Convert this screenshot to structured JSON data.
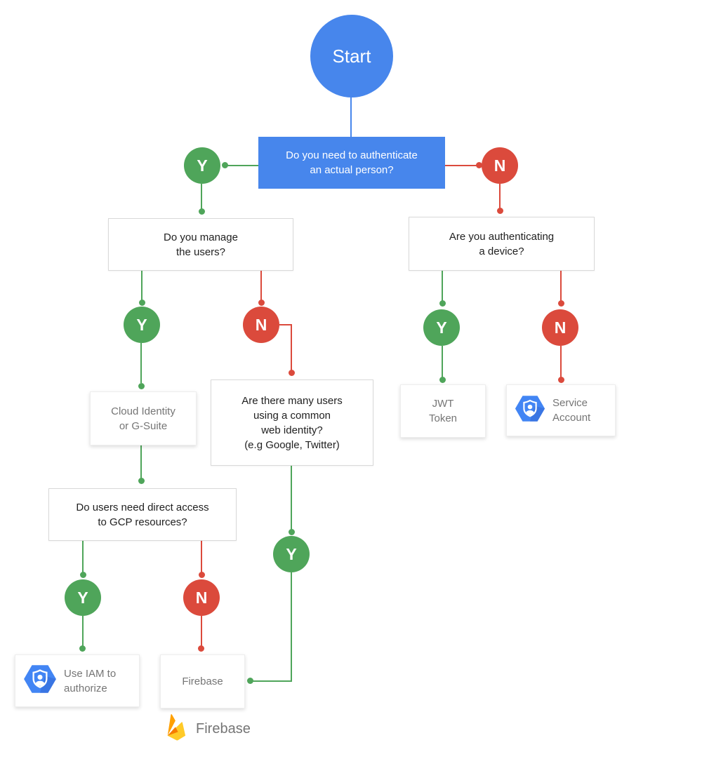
{
  "badges": {
    "yes": "Y",
    "no": "N"
  },
  "nodes": {
    "start": "Start",
    "q_auth_person": "Do you need to authenticate\nan actual person?",
    "q_manage_users": "Do you manage\nthe users?",
    "q_auth_device": "Are you authenticating\na device?",
    "r_cloud_identity": "Cloud Identity\nor G-Suite",
    "q_common_web_identity": "Are there many users\nusing a common\nweb identity?\n(e.g Google, Twitter)",
    "q_direct_access": "Do users need direct access\nto GCP resources?",
    "r_jwt_token": "JWT\nToken",
    "r_service_account": "Service\nAccount",
    "r_use_iam": "Use IAM to\nauthorize",
    "r_firebase": "Firebase"
  },
  "footer": {
    "brand": "Firebase"
  },
  "icons": {
    "service_account": "iam-hexagon-shield-icon",
    "use_iam": "iam-hexagon-shield-icon",
    "footer_brand": "firebase-flame-icon"
  },
  "colors": {
    "blue": "#4786EC",
    "green": "#4FA55A",
    "red": "#DB4A3C",
    "question_text": "#212121",
    "result_text": "#757575",
    "box_border": "#d9d9d9",
    "iam_icon_blue": "#4285F4",
    "firebase_yellow": "#FFCA28",
    "firebase_amber": "#FFA000",
    "firebase_orange": "#F57C00"
  }
}
